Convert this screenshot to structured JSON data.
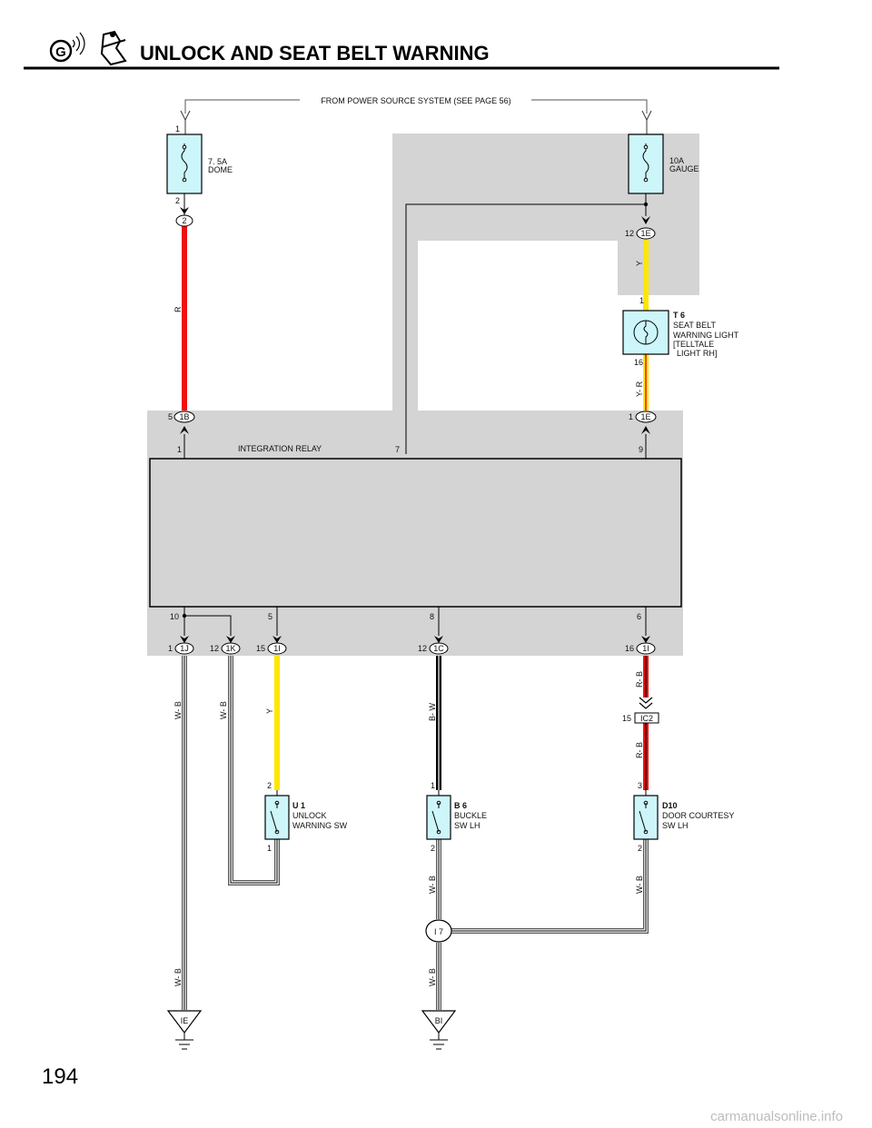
{
  "page": {
    "title": "UNLOCK AND SEAT BELT WARNING",
    "number": "194",
    "watermark": "carmanualsonline.info"
  },
  "header": {
    "icons": [
      "speaker-icon",
      "seat-belt-icon"
    ],
    "icon_letter": "G"
  },
  "power": {
    "source_label": "FROM POWER SOURCE SYSTEM (SEE PAGE 56)"
  },
  "fuses": [
    {
      "name": "DOME",
      "rating": "7. 5A",
      "pin_top": "1",
      "pin_bottom": "2"
    },
    {
      "name": "GAUGE",
      "rating": "10A"
    }
  ],
  "connectors": {
    "c_2": "2",
    "c_12_1e": {
      "pin": "12",
      "code": "1E"
    },
    "c_5_1b": {
      "pin": "5",
      "code": "1B"
    },
    "c_1_1e": {
      "pin": "1",
      "code": "1E"
    },
    "c_1_1j": {
      "pin": "1",
      "code": "1J"
    },
    "c_12_1k": {
      "pin": "12",
      "code": "1K"
    },
    "c_15_1i": {
      "pin": "15",
      "code": "1I"
    },
    "c_12_1c": {
      "pin": "12",
      "code": "1C"
    },
    "c_16_1i": {
      "pin": "16",
      "code": "1I"
    },
    "c_15_ic2": {
      "pin": "15",
      "code": "IC2"
    }
  },
  "relay": {
    "name": "INTEGRATION RELAY",
    "pins_top": [
      "1",
      "7",
      "9"
    ],
    "pins_bottom": [
      "10",
      "5",
      "8",
      "6"
    ]
  },
  "components": {
    "t6": {
      "id": "T 6",
      "lines": [
        "SEAT BELT",
        "WARNING LIGHT",
        "[TELLTALE",
        "LIGHT RH]"
      ],
      "pin_top": "1",
      "pin_bottom": "16"
    },
    "u1": {
      "id": "U 1",
      "lines": [
        "UNLOCK",
        "WARNING SW"
      ],
      "pin_top": "2",
      "pin_bottom": "1"
    },
    "b6": {
      "id": "B 6",
      "lines": [
        "BUCKLE",
        "SW LH"
      ],
      "pin_top": "1",
      "pin_bottom": "2"
    },
    "d10": {
      "id": "D10",
      "lines": [
        "DOOR COURTESY",
        "SW LH"
      ],
      "pin_top": "3",
      "pin_bottom": "2"
    }
  },
  "wires": {
    "w_r": "R",
    "w_y_top": "Y",
    "w_yr": "Y- R",
    "w_wb_1": "W- B",
    "w_wb_2": "W- B",
    "w_y_bottom": "Y",
    "w_bw": "B- W",
    "w_rb_1": "R- B",
    "w_rb_2": "R- B",
    "w_wb_3": "W- B",
    "w_wb_4": "W- B",
    "w_wb_5": "W- B",
    "w_wb_6": "W- B"
  },
  "splice": {
    "i7": "I 7"
  },
  "grounds": {
    "ie": "IE",
    "bi": "BI"
  },
  "colors": {
    "red": "#ee1111",
    "yellow": "#ffe600",
    "black": "#000000",
    "shade": "#d4d4d4",
    "component": "#cdf6fb",
    "relay": "#d4d4d4"
  }
}
